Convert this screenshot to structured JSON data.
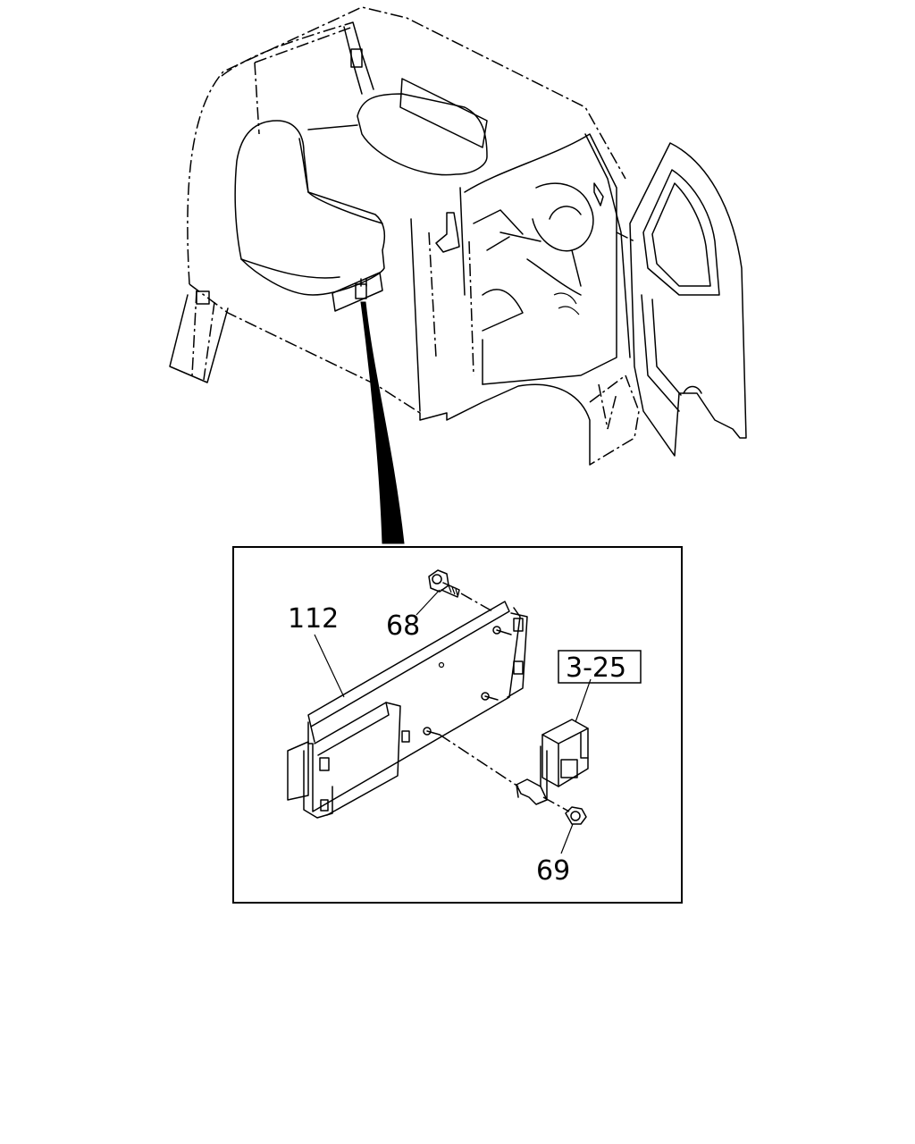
{
  "callouts": {
    "p112": "112",
    "p68": "68",
    "p69": "69",
    "ref": "3-25"
  },
  "colors": {
    "line": "#000000",
    "background": "#ffffff"
  }
}
